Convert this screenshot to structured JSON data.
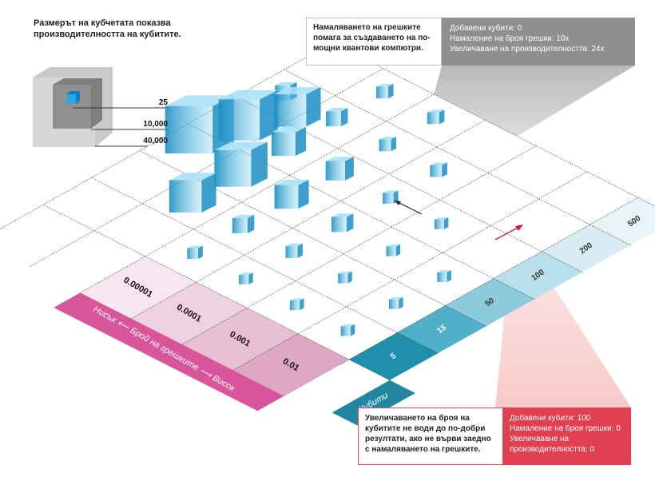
{
  "legend": {
    "title": "Размерът на кубчетата показва производителността на кубитите.",
    "values": [
      "25",
      "10,000",
      "40,000"
    ]
  },
  "callout_top": {
    "text_lines": [
      "Намаляването на грешките",
      "помага за създаването на по-",
      "мощни квантови компютри."
    ],
    "stats": [
      "Добавени кубити: 0",
      "Намаление на броя грешки: 10x",
      "Увеличаване на производителността: 24x"
    ]
  },
  "callout_bottom": {
    "text_lines": [
      "Увеличаването на броя на",
      "кубитите  не води до по-добри",
      "резултати, ако не върви заедно",
      "с намаляването на грешките."
    ],
    "stats": [
      "Добавени кубити: 100",
      "Намаление на броя грешки: 0",
      "Увеличаване на",
      "производителността: 0"
    ]
  },
  "axes": {
    "error_axis_label": "Нисък  ⟵  Брой на грешките  ⟶  Висок",
    "error_values": [
      "0.00001",
      "0.0001",
      "0.001",
      "0.01"
    ],
    "qubit_axis_label": "Кубити",
    "qubit_values": [
      "5",
      "15",
      "50",
      "100",
      "200",
      "500"
    ]
  },
  "colors": {
    "cube": "#4fb8e8",
    "pink_band": "#d9559b",
    "teal_band": "#21879e",
    "gray_callout": "#8f8f8f",
    "red_callout": "#e0404f"
  }
}
